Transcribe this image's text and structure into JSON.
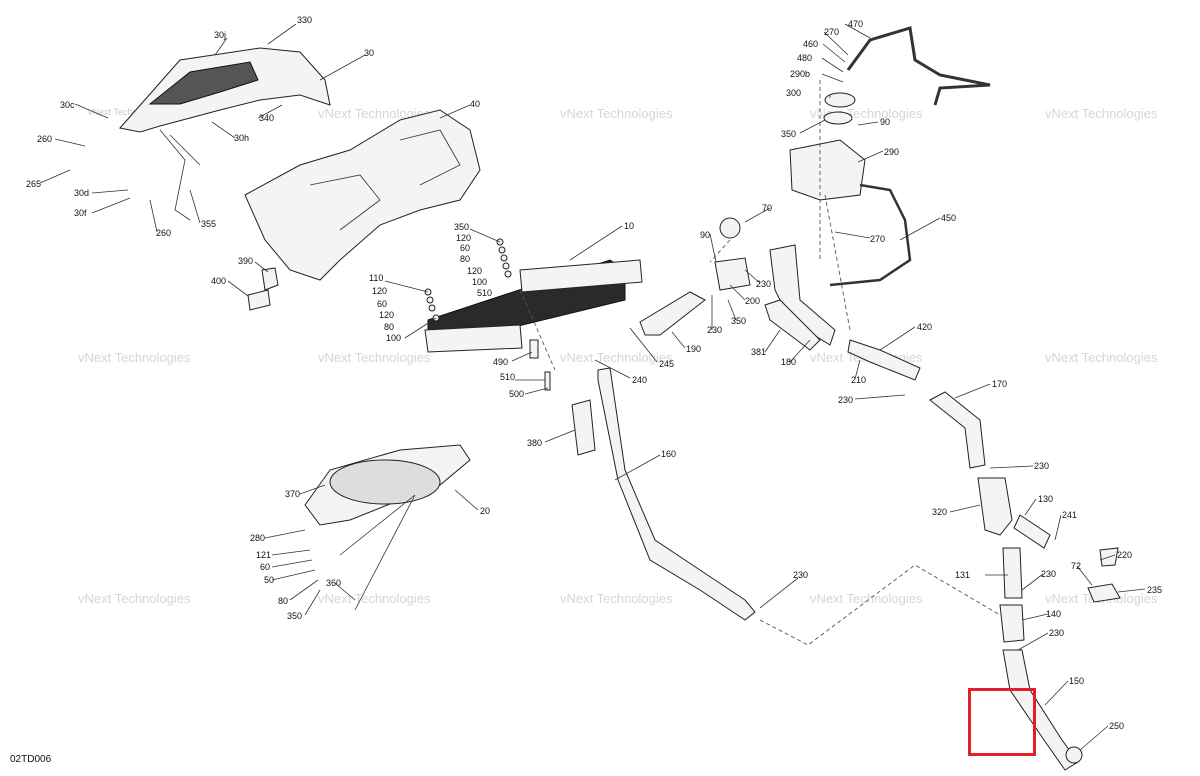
{
  "diagram": {
    "reference_code": "02TD006",
    "watermark": "vNext Technologies",
    "highlight_color": "#e3202a",
    "callouts": [
      {
        "id": "c330",
        "label": "330"
      },
      {
        "id": "c30j",
        "label": "30j"
      },
      {
        "id": "c30",
        "label": "30"
      },
      {
        "id": "c30c",
        "label": "30c"
      },
      {
        "id": "c340",
        "label": "340"
      },
      {
        "id": "c30h",
        "label": "30h"
      },
      {
        "id": "c260a",
        "label": "260"
      },
      {
        "id": "c265",
        "label": "265"
      },
      {
        "id": "c30d",
        "label": "30d"
      },
      {
        "id": "c30f",
        "label": "30f"
      },
      {
        "id": "c260b",
        "label": "260"
      },
      {
        "id": "c355",
        "label": "355"
      },
      {
        "id": "c40",
        "label": "40"
      },
      {
        "id": "c390",
        "label": "390"
      },
      {
        "id": "c400",
        "label": "400"
      },
      {
        "id": "c350a",
        "label": "350"
      },
      {
        "id": "c120a",
        "label": "120"
      },
      {
        "id": "c60a",
        "label": "60"
      },
      {
        "id": "c80a",
        "label": "80"
      },
      {
        "id": "c120b",
        "label": "120"
      },
      {
        "id": "c100a",
        "label": "100"
      },
      {
        "id": "c510a",
        "label": "510"
      },
      {
        "id": "c110",
        "label": "110"
      },
      {
        "id": "c120c",
        "label": "120"
      },
      {
        "id": "c60b",
        "label": "60"
      },
      {
        "id": "c120d",
        "label": "120"
      },
      {
        "id": "c80b",
        "label": "80"
      },
      {
        "id": "c100b",
        "label": "100"
      },
      {
        "id": "c10",
        "label": "10"
      },
      {
        "id": "c490",
        "label": "490"
      },
      {
        "id": "c510b",
        "label": "510"
      },
      {
        "id": "c500",
        "label": "500"
      },
      {
        "id": "c245",
        "label": "245"
      },
      {
        "id": "c240",
        "label": "240"
      },
      {
        "id": "c380",
        "label": "380"
      },
      {
        "id": "c160",
        "label": "160"
      },
      {
        "id": "c370",
        "label": "370"
      },
      {
        "id": "c20",
        "label": "20"
      },
      {
        "id": "c280",
        "label": "280"
      },
      {
        "id": "c121",
        "label": "121"
      },
      {
        "id": "c60c",
        "label": "60"
      },
      {
        "id": "c50",
        "label": "50"
      },
      {
        "id": "c360",
        "label": "360"
      },
      {
        "id": "c80c",
        "label": "80"
      },
      {
        "id": "c350b",
        "label": "350"
      },
      {
        "id": "c230a",
        "label": "230"
      },
      {
        "id": "c470",
        "label": "470"
      },
      {
        "id": "c270a",
        "label": "270"
      },
      {
        "id": "c460",
        "label": "460"
      },
      {
        "id": "c480",
        "label": "480"
      },
      {
        "id": "c290b",
        "label": "290b"
      },
      {
        "id": "c300",
        "label": "300"
      },
      {
        "id": "c350c",
        "label": "350"
      },
      {
        "id": "c90a",
        "label": "90"
      },
      {
        "id": "c290",
        "label": "290"
      },
      {
        "id": "c70",
        "label": "70"
      },
      {
        "id": "c450",
        "label": "450"
      },
      {
        "id": "c90b",
        "label": "90"
      },
      {
        "id": "c270b",
        "label": "270"
      },
      {
        "id": "c230b",
        "label": "230"
      },
      {
        "id": "c200",
        "label": "200"
      },
      {
        "id": "c230c",
        "label": "230"
      },
      {
        "id": "c350d",
        "label": "350"
      },
      {
        "id": "c190",
        "label": "190"
      },
      {
        "id": "c381",
        "label": "381"
      },
      {
        "id": "c180",
        "label": "180"
      },
      {
        "id": "c420",
        "label": "420"
      },
      {
        "id": "c210",
        "label": "210"
      },
      {
        "id": "c230d",
        "label": "230"
      },
      {
        "id": "c170",
        "label": "170"
      },
      {
        "id": "c230e",
        "label": "230"
      },
      {
        "id": "c320",
        "label": "320"
      },
      {
        "id": "c130",
        "label": "130"
      },
      {
        "id": "c241",
        "label": "241"
      },
      {
        "id": "c220",
        "label": "220"
      },
      {
        "id": "c131",
        "label": "131"
      },
      {
        "id": "c230f",
        "label": "230"
      },
      {
        "id": "c72",
        "label": "72"
      },
      {
        "id": "c235",
        "label": "235"
      },
      {
        "id": "c140",
        "label": "140"
      },
      {
        "id": "c230g",
        "label": "230"
      },
      {
        "id": "c150",
        "label": "150"
      },
      {
        "id": "c250",
        "label": "250"
      }
    ]
  }
}
